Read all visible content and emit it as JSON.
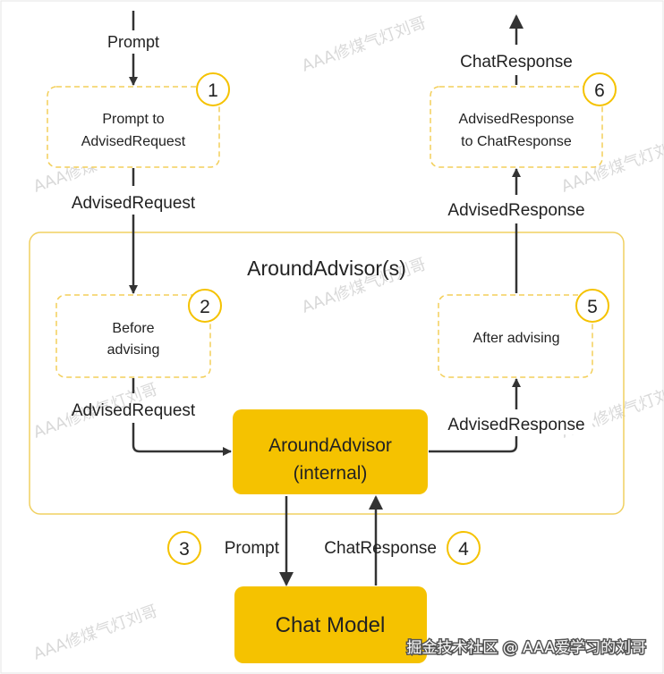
{
  "diagram": {
    "flow_labels": {
      "prompt_in": "Prompt",
      "advised_request_1": "AdvisedRequest",
      "advised_request_2": "AdvisedRequest",
      "advised_response_1": "AdvisedResponse",
      "advised_response_2": "AdvisedResponse",
      "chat_response_out": "ChatResponse",
      "prompt_to_model": "Prompt",
      "chat_response_from_model": "ChatResponse"
    },
    "steps": [
      {
        "number": "1",
        "line1": "Prompt to",
        "line2": "AdvisedRequest"
      },
      {
        "number": "2",
        "line1": "Before",
        "line2": "advising"
      },
      {
        "number": "3"
      },
      {
        "number": "4"
      },
      {
        "number": "5",
        "line1": "After advising"
      },
      {
        "number": "6",
        "line1": "AdvisedResponse",
        "line2": "to ChatResponse"
      }
    ],
    "group_title": "AroundAdvisor(s)",
    "internal_box": {
      "line1": "AroundAdvisor",
      "line2": "(internal)"
    },
    "model_box": "Chat Model",
    "watermark_text": "AAA修煤气灯刘哥",
    "footer_credit": "掘金技术社区 @ AAA爱学习的刘哥"
  },
  "colors": {
    "accent_yellow": "#f5c200",
    "dashed_border": "#f3cf5a",
    "group_border": "#f0d060",
    "arrow": "#333333"
  }
}
